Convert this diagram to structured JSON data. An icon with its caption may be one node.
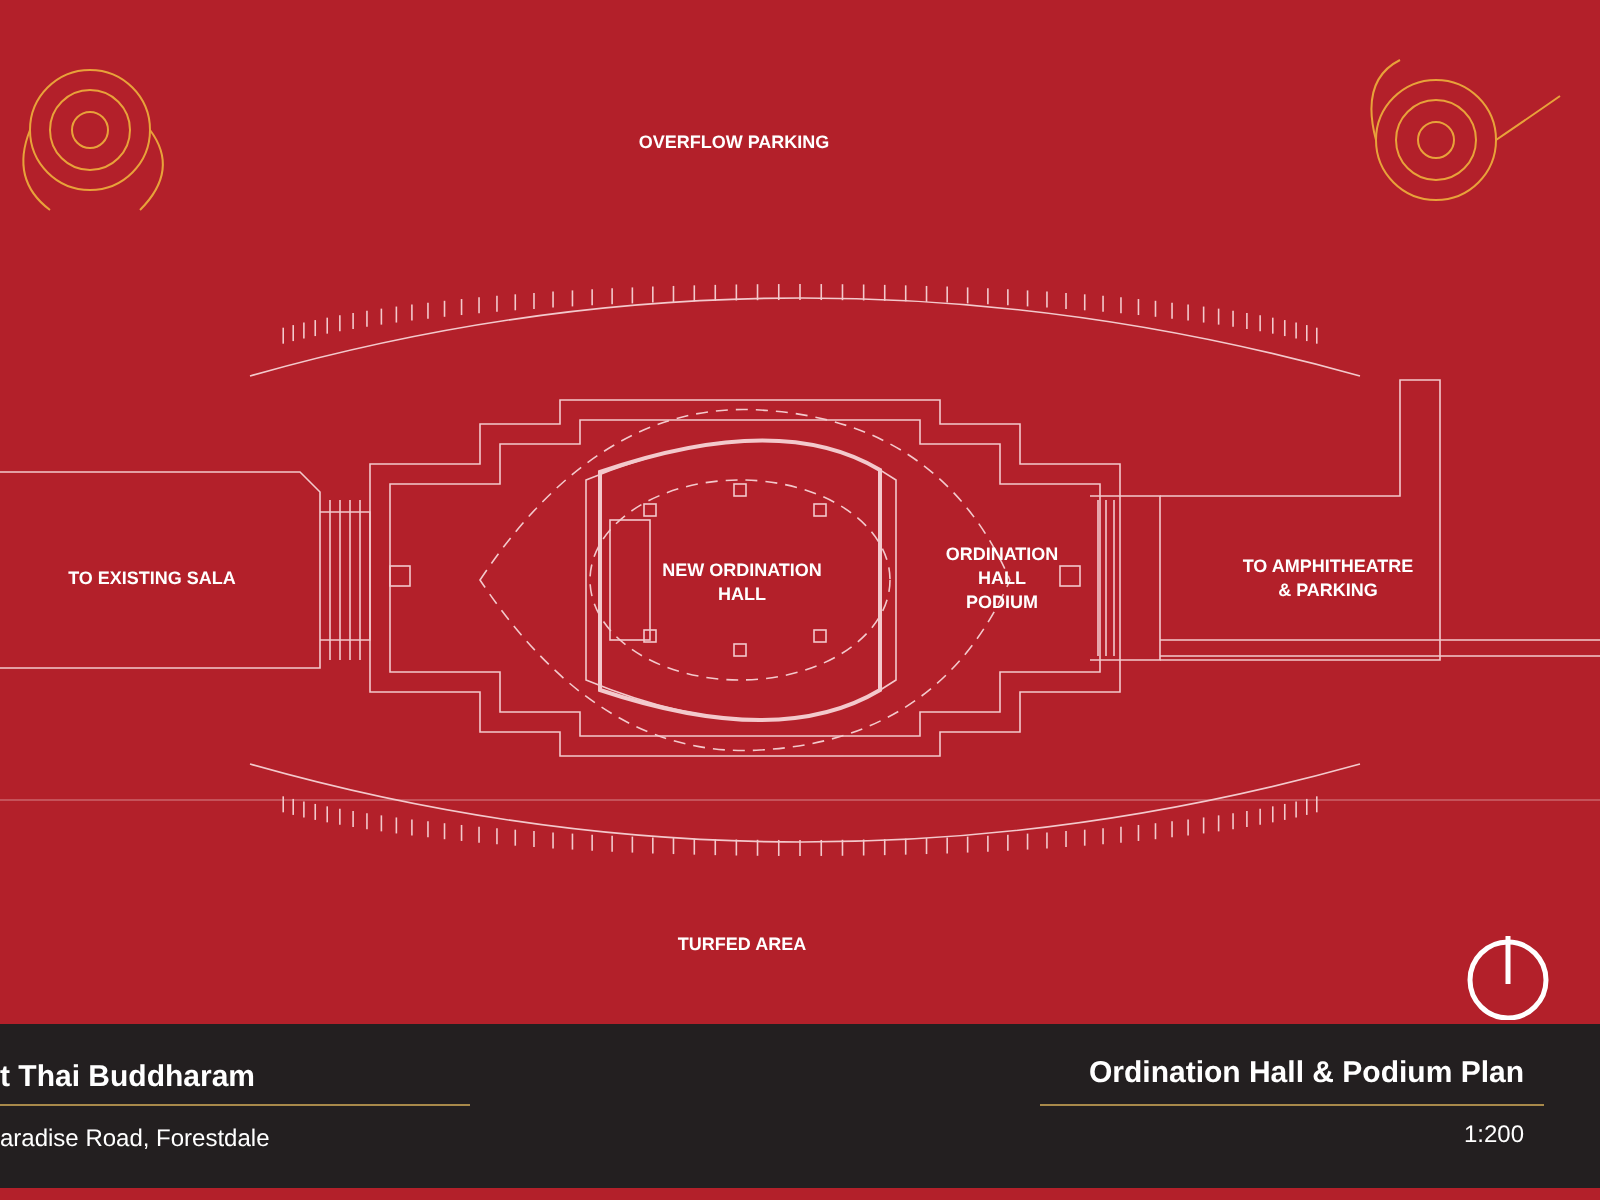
{
  "diagram": {
    "labels": [
      "OVERFLOW PARKING",
      "TO EXISTING SALA",
      "NEW ORDINATION HALL",
      "ORDINATION HALL PODIUM",
      "TO AMPHITHEATRE & PARKING",
      "TURFED AREA",
      "t Thai Buddharam",
      "aradise Road, Forestdale",
      "Ordination Hall & Podium Plan",
      "1:200"
    ]
  }
}
